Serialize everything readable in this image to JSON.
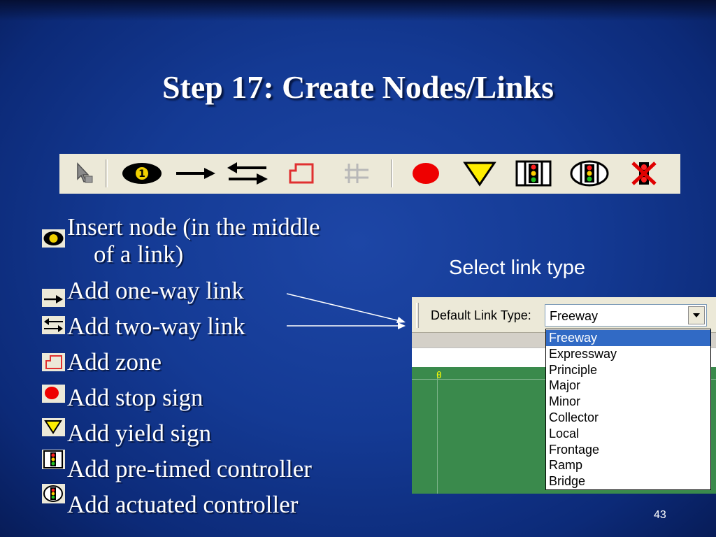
{
  "slide": {
    "title": "Step 17: Create Nodes/Links",
    "page_number": "43"
  },
  "toolbar": {
    "node_badge": "1",
    "buttons": [
      {
        "icon": "select-pointer-icon"
      },
      {
        "icon": "insert-node-icon"
      },
      {
        "icon": "one-way-link-icon"
      },
      {
        "icon": "two-way-link-icon"
      },
      {
        "icon": "zone-icon"
      },
      {
        "icon": "disabled-grid-icon"
      },
      {
        "icon": "stop-sign-icon"
      },
      {
        "icon": "yield-sign-icon"
      },
      {
        "icon": "pre-timed-controller-icon"
      },
      {
        "icon": "actuated-controller-icon"
      },
      {
        "icon": "delete-signal-icon"
      }
    ]
  },
  "list": {
    "items": [
      {
        "line1": "Insert node (in the middle",
        "line2": "of a link)",
        "icon": "insert-node-icon"
      },
      {
        "line1": "Add one-way link",
        "icon": "one-way-link-icon"
      },
      {
        "line1": "Add two-way link",
        "icon": "two-way-link-icon"
      },
      {
        "line1": "Add zone",
        "icon": "zone-icon"
      },
      {
        "line1": "Add stop sign",
        "icon": "stop-sign-icon"
      },
      {
        "line1": "Add yield sign",
        "icon": "yield-sign-icon"
      },
      {
        "line1": "Add pre-timed controller",
        "icon": "pre-timed-controller-icon"
      },
      {
        "line1": "Add actuated controller",
        "icon": "actuated-controller-icon"
      }
    ]
  },
  "callout": {
    "label": "Select link type"
  },
  "link_type": {
    "label": "Default Link Type:",
    "value": "Freeway",
    "canvas_axis_label": "0",
    "options": [
      "Freeway",
      "Expressway",
      "Principle",
      "Major",
      "Minor",
      "Collector",
      "Local",
      "Frontage",
      "Ramp",
      "Bridge"
    ],
    "selected_index": 0
  },
  "colors": {
    "background": "#143a94",
    "toolbar": "#ece9d8",
    "canvas": "#3a8a4c",
    "selection": "#316ac5"
  }
}
